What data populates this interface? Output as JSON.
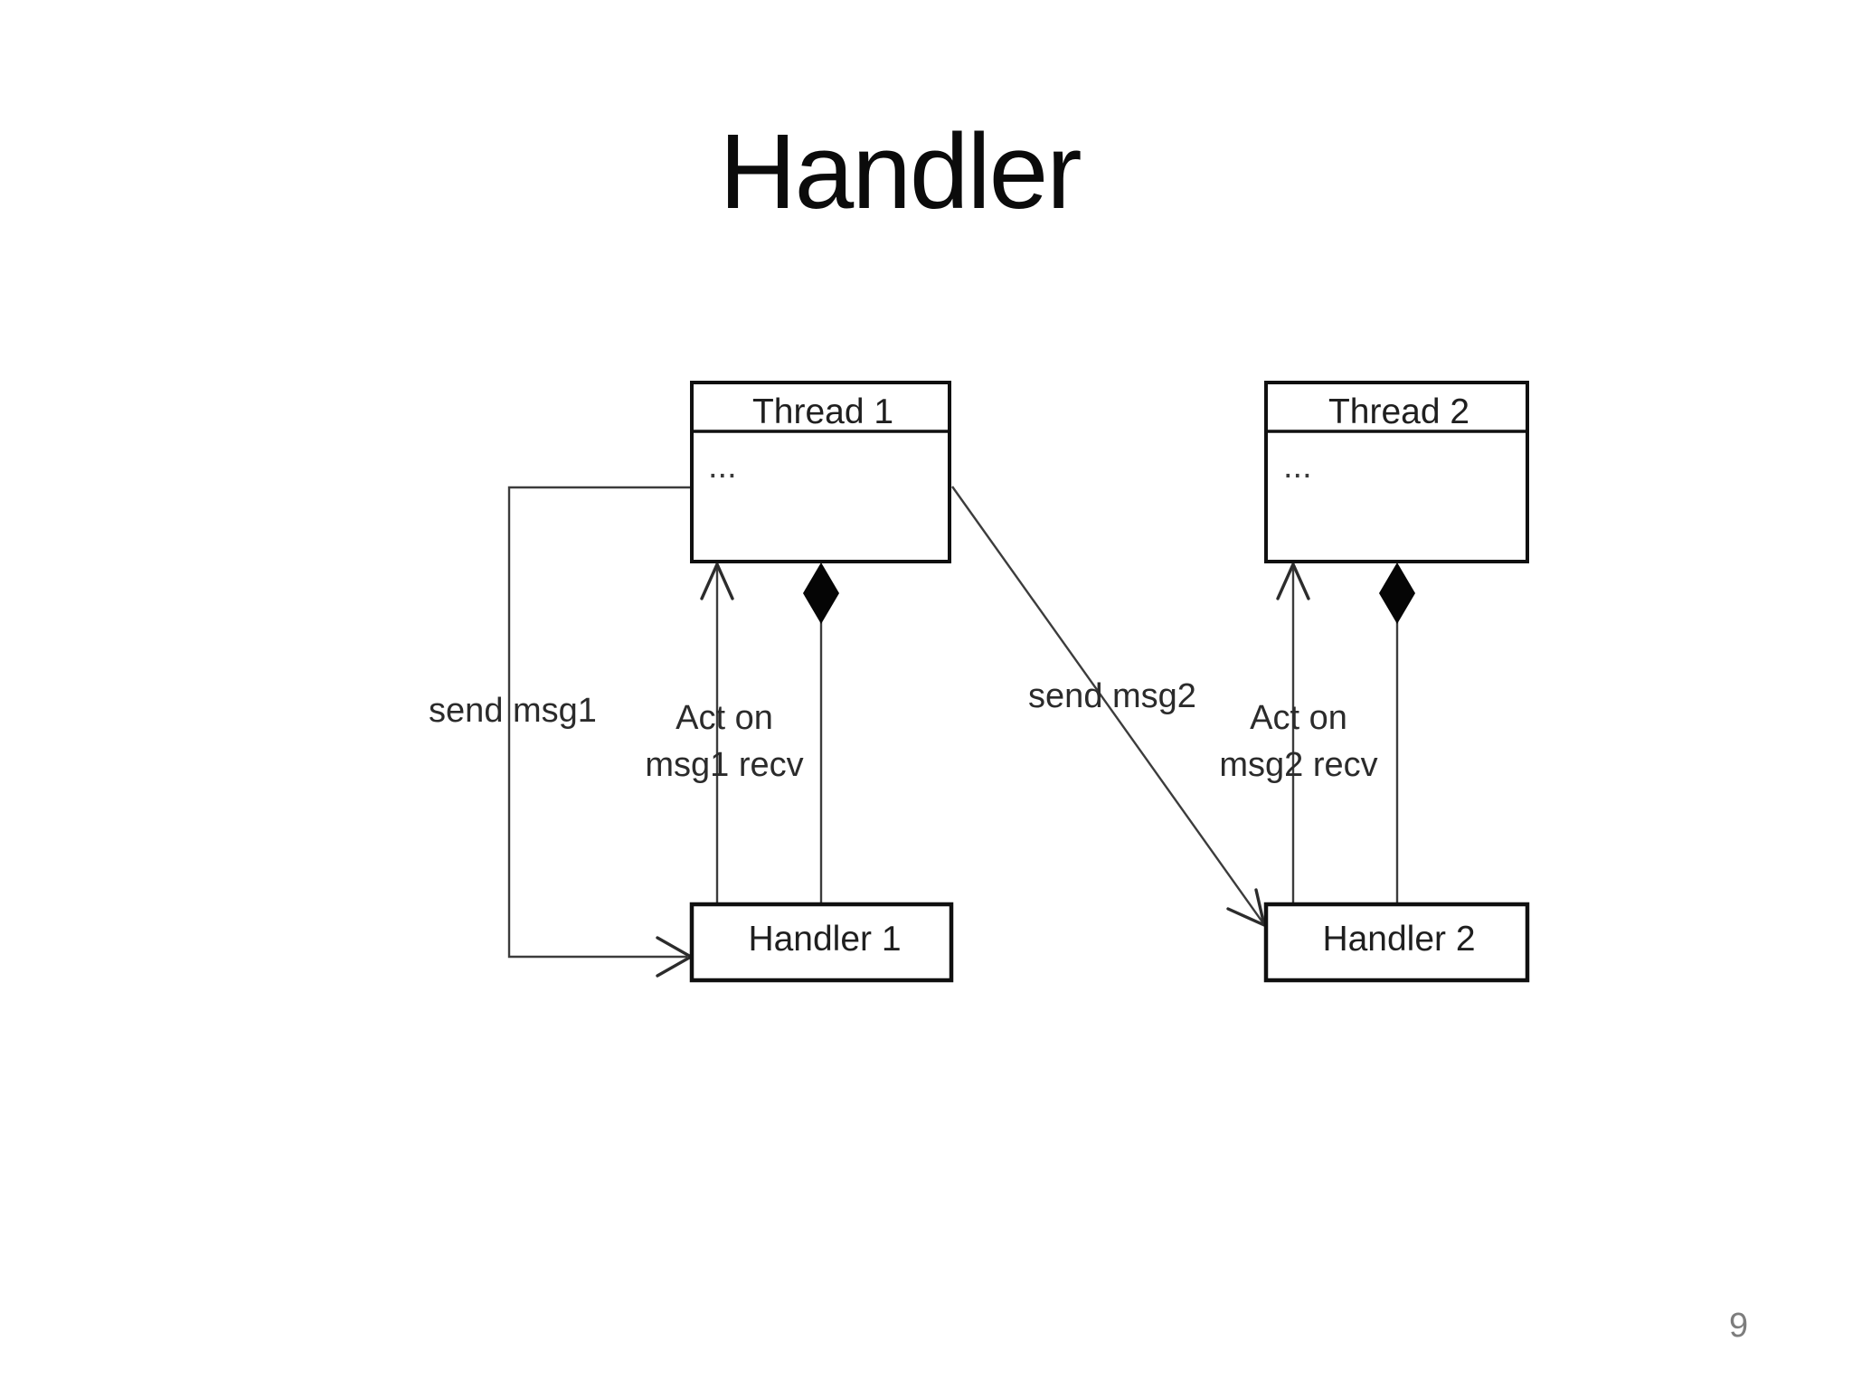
{
  "slide": {
    "title": "Handler",
    "page_number": "9",
    "background_color": "#ffffff",
    "ink_color": "#1c1c1c",
    "page_number_color": "#7d7d7d"
  },
  "diagram": {
    "thread1": {
      "title": "Thread 1",
      "body": "..."
    },
    "thread2": {
      "title": "Thread 2",
      "body": "..."
    },
    "handler1": {
      "label": "Handler 1"
    },
    "handler2": {
      "label": "Handler 2"
    },
    "edges": {
      "send_msg1": {
        "label": "send msg1"
      },
      "act_on_msg1": {
        "label_line1": "Act on",
        "label_line2": "msg1 recv"
      },
      "send_msg2": {
        "label": "send msg2"
      },
      "act_on_msg2": {
        "label_line1": "Act on",
        "label_line2": "msg2 recv"
      }
    }
  }
}
